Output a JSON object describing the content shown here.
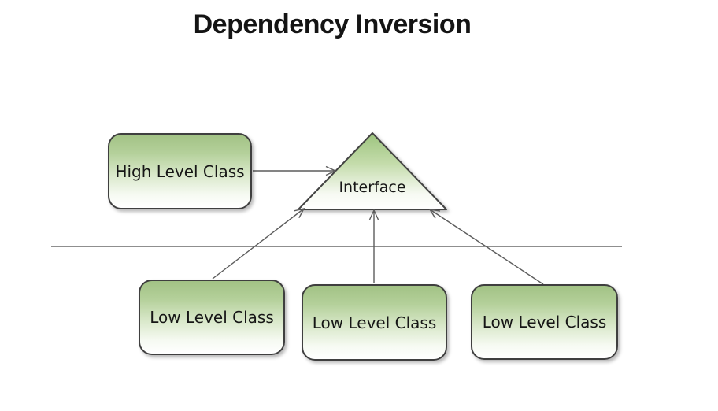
{
  "title": "Dependency Inversion",
  "nodes": {
    "high_level": {
      "label": "High Level Class"
    },
    "interface": {
      "label": "Interface"
    },
    "low_level": [
      {
        "label": "Low Level Class"
      },
      {
        "label": "Low Level Class"
      },
      {
        "label": "Low Level Class"
      }
    ]
  },
  "connections": [
    {
      "from": "high_level",
      "to": "interface",
      "style": "open-arrow"
    },
    {
      "from": "low_level_1",
      "to": "interface",
      "style": "open-arrow"
    },
    {
      "from": "low_level_2",
      "to": "interface",
      "style": "open-arrow"
    },
    {
      "from": "low_level_3",
      "to": "interface",
      "style": "open-arrow"
    }
  ],
  "colors": {
    "node_fill_top": "#a2c285",
    "node_fill_bottom": "#ffffff",
    "node_border": "#3f3f3f",
    "connector": "#5c5c5c",
    "separator_line": "#6a6a6a",
    "title": "#141414"
  }
}
